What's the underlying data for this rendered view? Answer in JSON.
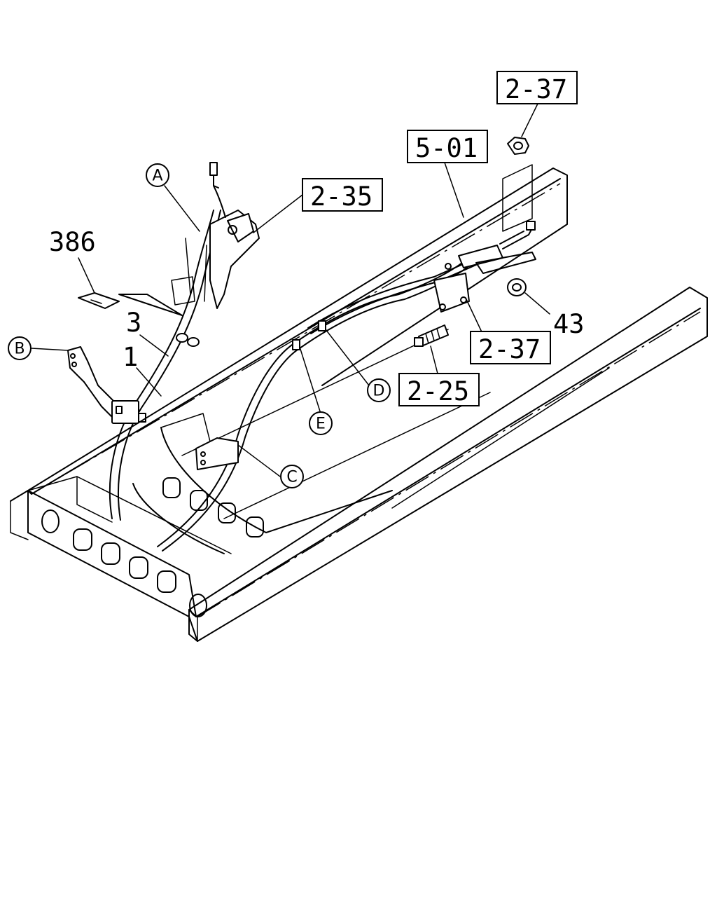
{
  "labels": {
    "ref_2_37_top": "2-37",
    "ref_5_01": "5-01",
    "ref_2_35": "2-35",
    "ref_2_37_right": "2-37",
    "ref_2_25": "2-25",
    "part_386": "386",
    "part_3": "3",
    "part_1": "1",
    "part_43": "43"
  },
  "callouts": {
    "a": "A",
    "b": "B",
    "c": "C",
    "d": "D",
    "e": "E"
  }
}
